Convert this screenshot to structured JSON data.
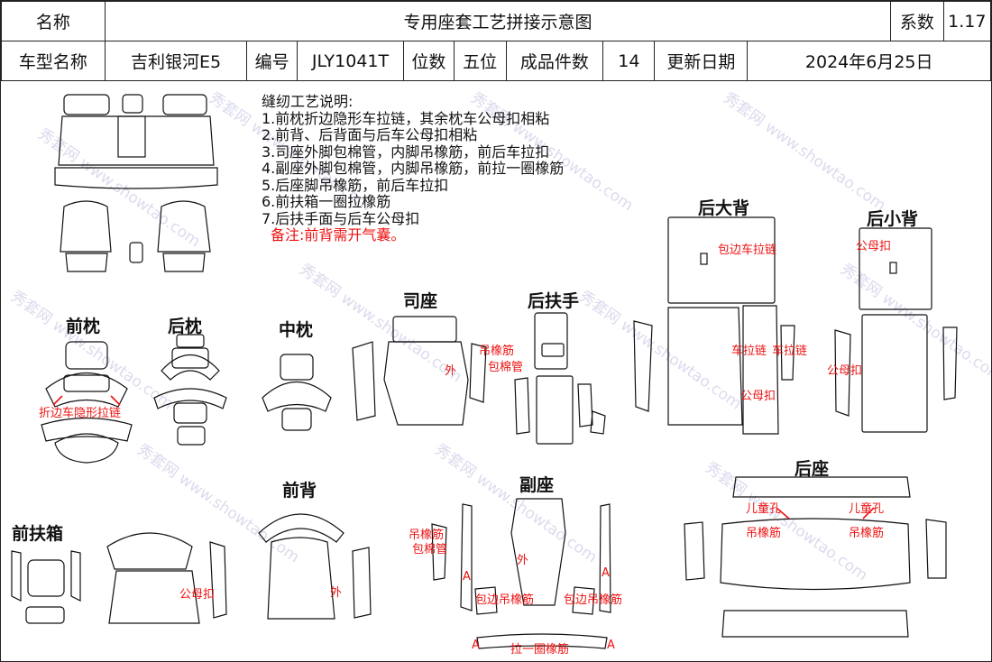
{
  "header": {
    "name_label": "名称",
    "title": "专用座套工艺拼接示意图",
    "coef_label": "系数",
    "coef_value": "1.17",
    "model_label": "车型名称",
    "model_value": "吉利银河E5",
    "code_label": "编号",
    "code_value": "JLY1041T",
    "seats_label": "位数",
    "seats_value": "五位",
    "pieces_label": "成品件数",
    "pieces_value": "14",
    "date_label": "更新日期",
    "date_value": "2024年6月25日"
  },
  "notes": {
    "heading": "缝纫工艺说明:",
    "items": [
      "1.前枕折边隐形车拉链，其余枕车公母扣相粘",
      "2.前背、后背面与后车公母扣相粘",
      "3.司座外脚包棉管，内脚吊橡筋，前后车拉扣",
      "4.副座外脚包棉管，内脚吊橡筋，前拉一圈橡筋",
      "5.后座脚吊橡筋，前后车拉扣",
      "6.前扶箱一圈拉橡筋",
      "7.后扶手面与后车公母扣"
    ],
    "remark": "备注:前背需开气囊。"
  },
  "sections": {
    "front_headrest": "前枕",
    "rear_headrest": "后枕",
    "middle_headrest": "中枕",
    "driver_seat": "司座",
    "rear_armrest": "后扶手",
    "rear_big_back": "后大背",
    "rear_small_back": "后小背",
    "front_armbox": "前扶箱",
    "front_back": "前背",
    "passenger_seat": "副座",
    "rear_seat": "后座"
  },
  "annotations": {
    "fold_zipper": "折边车隐形拉链",
    "outer": "外",
    "elastic": "吊橡筋",
    "cotton_wrap": "包棉管",
    "edge_zipper": "包边车拉链",
    "zipper": "车拉链",
    "snap": "公母扣",
    "child_hole": "儿童孔",
    "edge_elastic": "包边吊橡筋",
    "pull_elastic_loop": "拉一圈橡筋",
    "mark_a": "A"
  },
  "watermark": {
    "text": "秀套网 www.showtao.com"
  },
  "colors": {
    "line": "#111111",
    "annotation": "#e11111",
    "watermark": "#cfcfe8"
  }
}
